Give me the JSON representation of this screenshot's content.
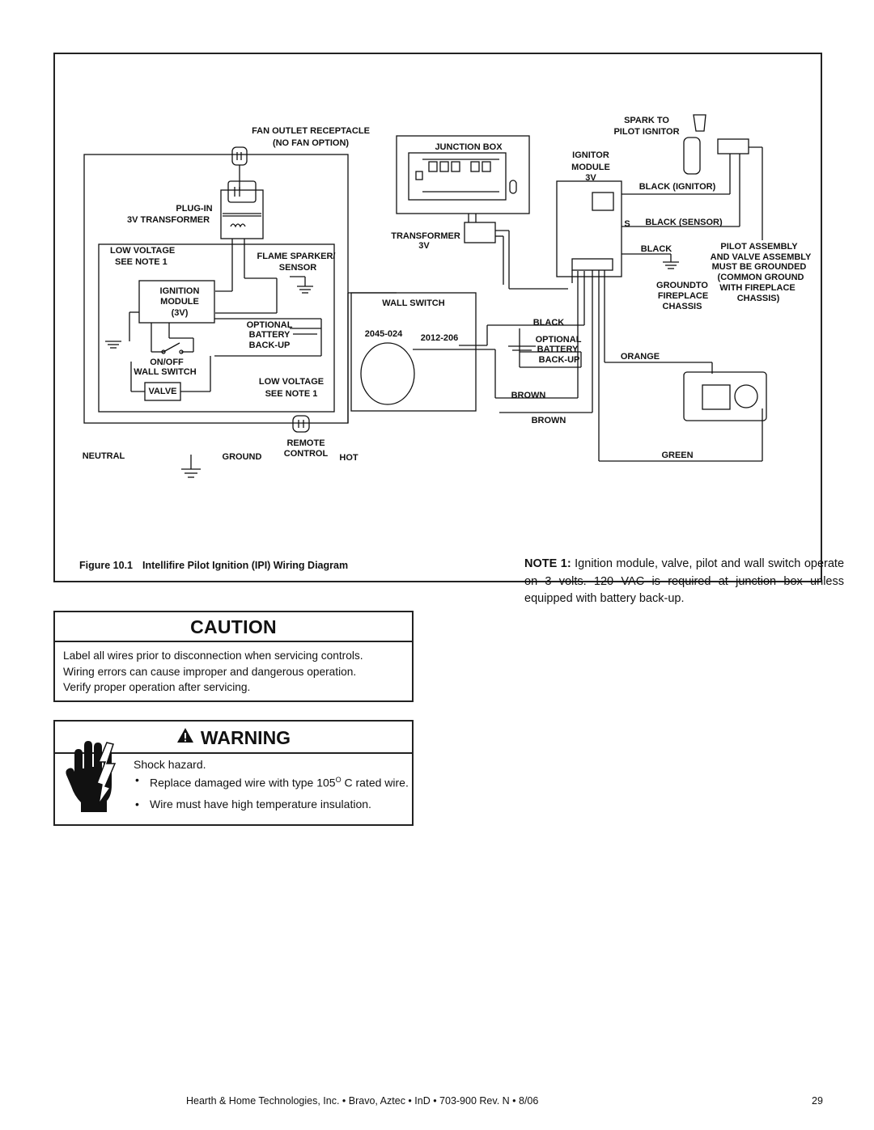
{
  "diagram": {
    "labels": {
      "fan_outlet": "FAN OUTLET RECEPTACLE",
      "no_fan": "(NO FAN OPTION)",
      "plug_in": "PLUG-IN",
      "transformer_3v": "3V TRANSFORMER",
      "low_voltage": "LOW VOLTAGE",
      "see_note": "SEE NOTE 1",
      "flame_sparker": "FLAME SPARKER/",
      "sensor": "SENSOR",
      "ignition": "IGNITION",
      "module": "MODULE",
      "three_v_paren": "(3V)",
      "optional": "OPTIONAL",
      "battery": "BATTERY",
      "back_up": "BACK-UP",
      "on_off": "ON/OFF",
      "wall_switch_upper": "WALL SWITCH",
      "valve": "VALVE",
      "low_voltage_2": "LOW VOLTAGE",
      "see_note_2": "SEE NOTE 1",
      "remote": "REMOTE",
      "control": "CONTROL",
      "neutral": "NEUTRAL",
      "ground": "GROUND",
      "hot": "HOT",
      "junction_box": "JUNCTION BOX",
      "transformer": "TRANSFORMER",
      "transformer_3v_small": "3V",
      "wall_switch": "WALL SWITCH",
      "part_a": "2045-024",
      "part_b": "2012-206",
      "spark_to": "SPARK TO",
      "pilot_ignitor": "PILOT IGNITOR",
      "ignitor": "IGNITOR",
      "ignitor_module": "MODULE",
      "ignitor_3v": "3V",
      "black_ignitor": "BLACK (IGNITOR)",
      "s_mark": "S",
      "black_sensor": "BLACK (SENSOR)",
      "black": "BLACK",
      "pilot_assembly_1": "PILOT ASSEMBLY",
      "pilot_assembly_2": "AND VALVE ASSEMBLY",
      "pilot_assembly_3": "MUST BE GROUNDED",
      "pilot_assembly_4": "(COMMON GROUND",
      "pilot_assembly_5": "WITH FIREPLACE",
      "pilot_assembly_6": "CHASSIS)",
      "ground_to_1": "GROUNDTO",
      "ground_to_2": "FIREPLACE",
      "ground_to_3": "CHASSIS",
      "black_2": "BLACK",
      "optional_2": "OPTIONAL",
      "battery_2": "BATTERY",
      "back_up_2": "BACK-UP",
      "orange": "ORANGE",
      "brown_1": "BROWN",
      "brown_2": "BROWN",
      "green": "GREEN"
    }
  },
  "note": {
    "lead": "NOTE 1:",
    "text": " Ignition module, valve, pilot and wall switch operate on 3 volts. 120 VAC is required at junction box unless equipped with battery back-up."
  },
  "caption": {
    "number": "Figure 10.1",
    "title": "Intellifire Pilot Ignition (IPI) Wiring Diagram"
  },
  "caution": {
    "heading": "CAUTION",
    "lines": [
      "Label all wires prior to disconnection when servicing controls.",
      "Wiring errors can cause improper and dangerous operation.",
      "Verify proper operation after servicing."
    ]
  },
  "warning": {
    "heading": "WARNING",
    "intro": "Shock hazard.",
    "bullet_1_pre": "Replace damaged wire with type 105",
    "bullet_1_sup": "O",
    "bullet_1_post": " C rated wire.",
    "bullet_2": "Wire must have high temperature insulation."
  },
  "footer": {
    "text": "Hearth & Home Technologies, Inc.  •  Bravo, Aztec  •  InD  •  703-900  Rev. N  •  8/06",
    "page": "29"
  }
}
